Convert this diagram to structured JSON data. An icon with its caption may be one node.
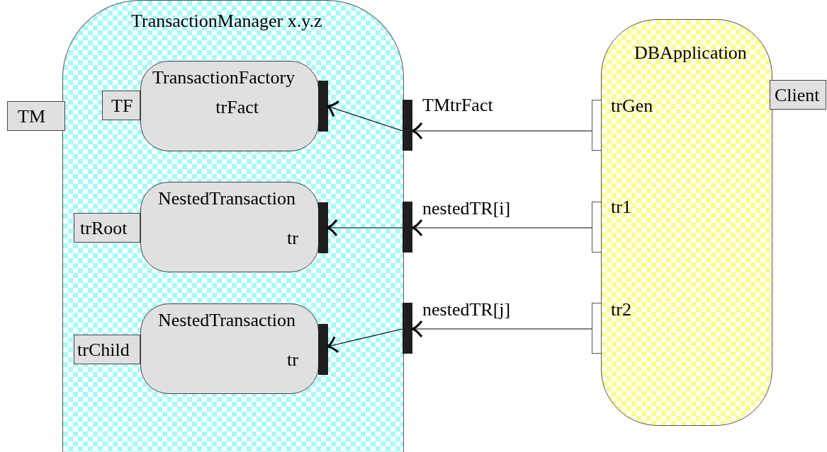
{
  "diagram": {
    "nodes": [
      {
        "text": [
          "TransactionManager x.y.z"
        ]
      },
      {
        "text": [
          "TM"
        ]
      },
      {
        "text": [
          "TransactionFactory",
          "trFact"
        ],
        "in": 0
      },
      {
        "text": [
          "TF"
        ],
        "in": 0
      },
      {
        "text": [],
        "shape": "bar",
        "in": 0
      },
      {
        "text": [],
        "shape": "bar",
        "beside": [
          "TMtrFact"
        ]
      },
      {
        "text": [
          "NestedTransaction",
          "tr"
        ],
        "in": 0
      },
      {
        "text": [
          "trRoot"
        ],
        "in": 0
      },
      {
        "text": [],
        "shape": "bar",
        "in": 0
      },
      {
        "text": [],
        "shape": "bar",
        "beside": [
          "nestedTR[i]"
        ]
      },
      {
        "text": [
          "NestedTransaction",
          "tr"
        ],
        "in": 0
      },
      {
        "text": [
          "trChild"
        ],
        "in": 0
      },
      {
        "text": [],
        "shape": "bar",
        "in": 0
      },
      {
        "text": [],
        "shape": "bar",
        "beside": [
          "nestedTR[j]"
        ]
      },
      {
        "text": [
          "DBApplication"
        ]
      },
      {
        "text": [
          "Client"
        ]
      },
      {
        "text": [],
        "shape": "box",
        "beside": [
          "trGen"
        ]
      },
      {
        "text": [],
        "shape": "box",
        "beside": [
          "tr1"
        ]
      },
      {
        "text": [],
        "shape": "box",
        "beside": [
          "tr2"
        ]
      }
    ],
    "edges": [
      {
        "from": 16,
        "to": 5,
        "arrow": "to"
      },
      {
        "from": 5,
        "to": 4,
        "arrow": "to"
      },
      {
        "from": 17,
        "to": 9,
        "arrow": "to"
      },
      {
        "from": 9,
        "to": 8,
        "arrow": "to"
      },
      {
        "from": 18,
        "to": 13,
        "arrow": "to"
      },
      {
        "from": 13,
        "to": 12,
        "arrow": "to"
      }
    ]
  }
}
